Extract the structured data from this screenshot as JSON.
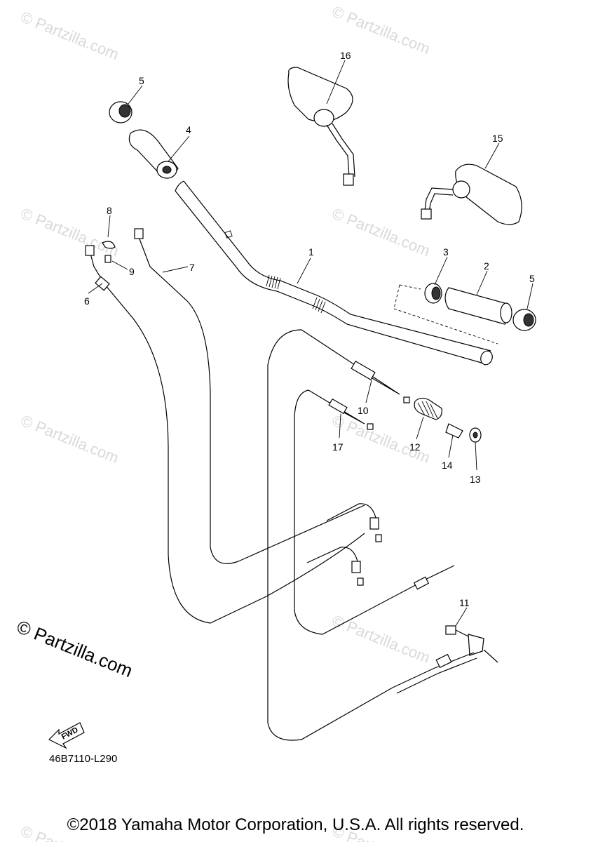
{
  "watermarks": {
    "repeat_text": "© Partzilla.com",
    "main_text": "© Partzilla.com"
  },
  "diagram_code": "46B7110-L290",
  "fwd_label": "FWD",
  "copyright": "©2018 Yamaha Motor Corporation, U.S.A. All rights reserved.",
  "callouts": [
    {
      "label": "1"
    },
    {
      "label": "2"
    },
    {
      "label": "3"
    },
    {
      "label": "4"
    },
    {
      "label": "5"
    },
    {
      "label": "5"
    },
    {
      "label": "6"
    },
    {
      "label": "7"
    },
    {
      "label": "8"
    },
    {
      "label": "9"
    },
    {
      "label": "10"
    },
    {
      "label": "11"
    },
    {
      "label": "12"
    },
    {
      "label": "13"
    },
    {
      "label": "14"
    },
    {
      "label": "15"
    },
    {
      "label": "16"
    },
    {
      "label": "17"
    }
  ]
}
